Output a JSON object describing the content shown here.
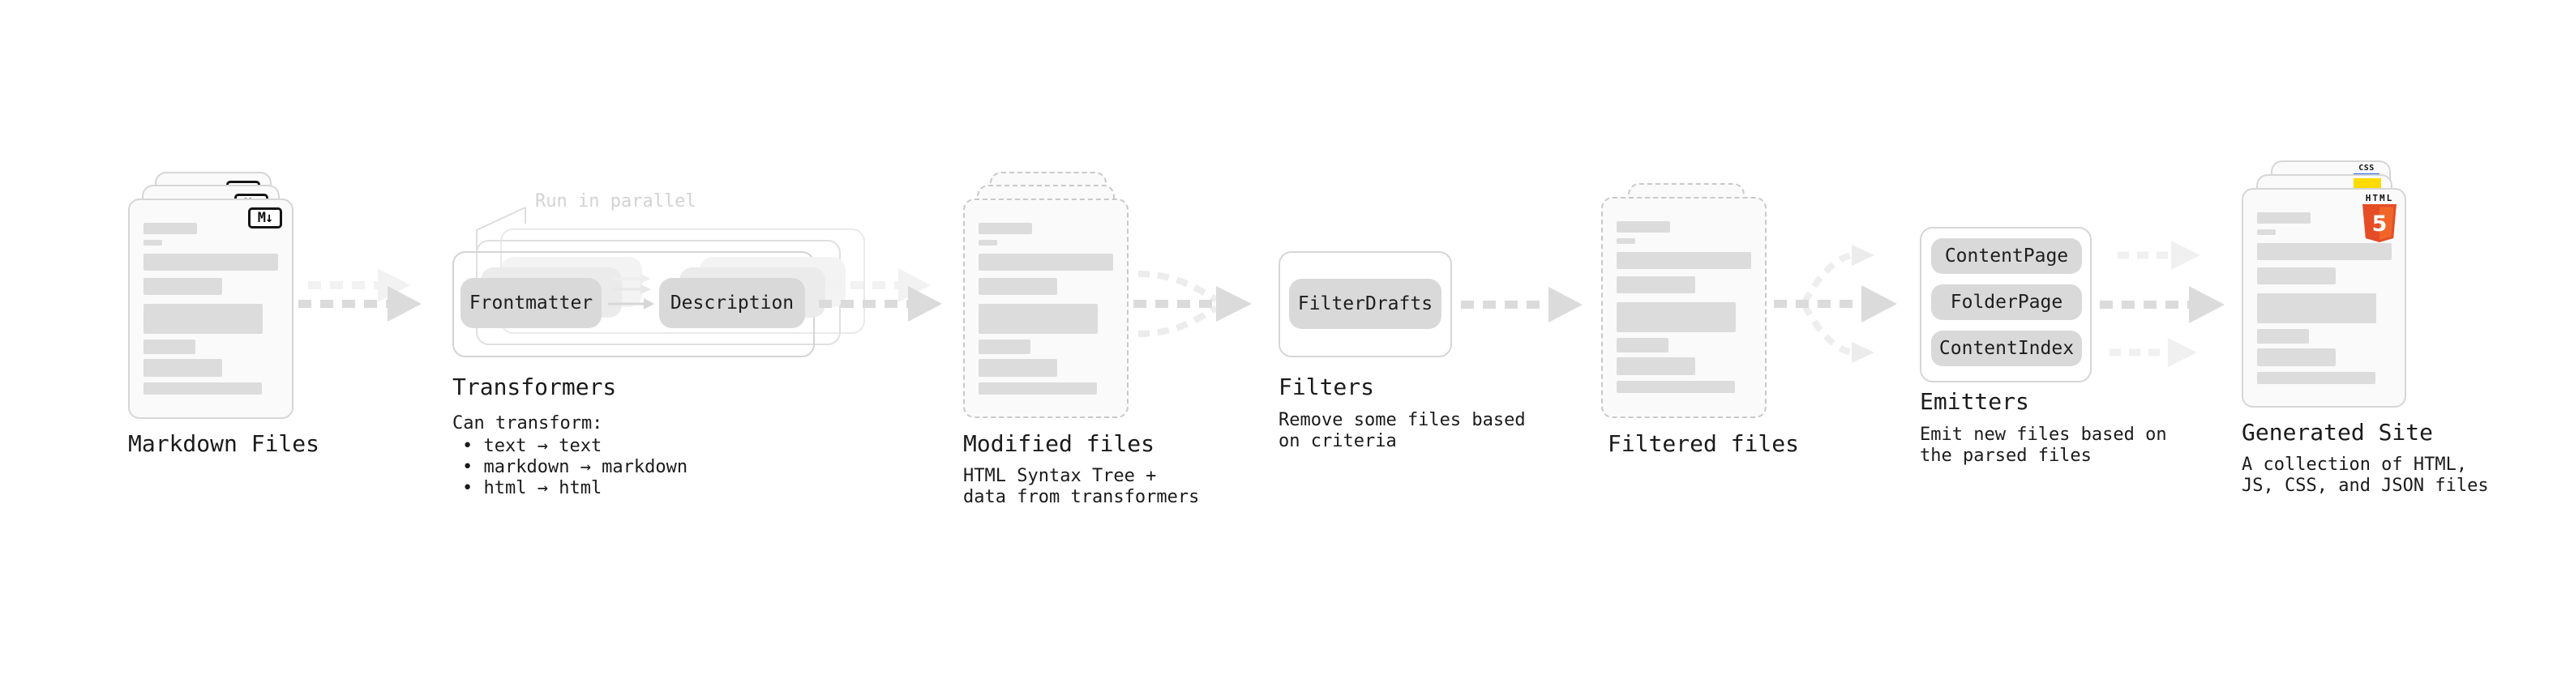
{
  "nodes": {
    "markdown": {
      "label": "Markdown Files",
      "icon": "M↓"
    },
    "transformers": {
      "label": "Transformers",
      "note": "Run in parallel",
      "step1": "Frontmatter",
      "step2": "Description",
      "desc_title": "Can transform:",
      "bullets": "• text → text\n• markdown → markdown\n• html → html"
    },
    "modified": {
      "label": "Modified files",
      "desc": "HTML Syntax Tree +\ndata from transformers"
    },
    "filters": {
      "label": "Filters",
      "button": "FilterDrafts",
      "desc": "Remove some files based\non criteria"
    },
    "filtered": {
      "label": "Filtered files"
    },
    "emitters": {
      "label": "Emitters",
      "button1": "ContentPage",
      "button2": "FolderPage",
      "button3": "ContentIndex",
      "desc": "Emit new files based on\nthe parsed files"
    },
    "site": {
      "label": "Generated Site",
      "desc": "A collection of HTML,\nJS, CSS, and JSON files",
      "css_icon": "CSS",
      "html_icon_text": "HTML",
      "html_icon_number": "5"
    }
  },
  "colors": {
    "html5_orange": "#E44D26",
    "html5_orange_light": "#F16529",
    "js_yellow": "#FFDB00",
    "css_blue": "#2862E9"
  }
}
